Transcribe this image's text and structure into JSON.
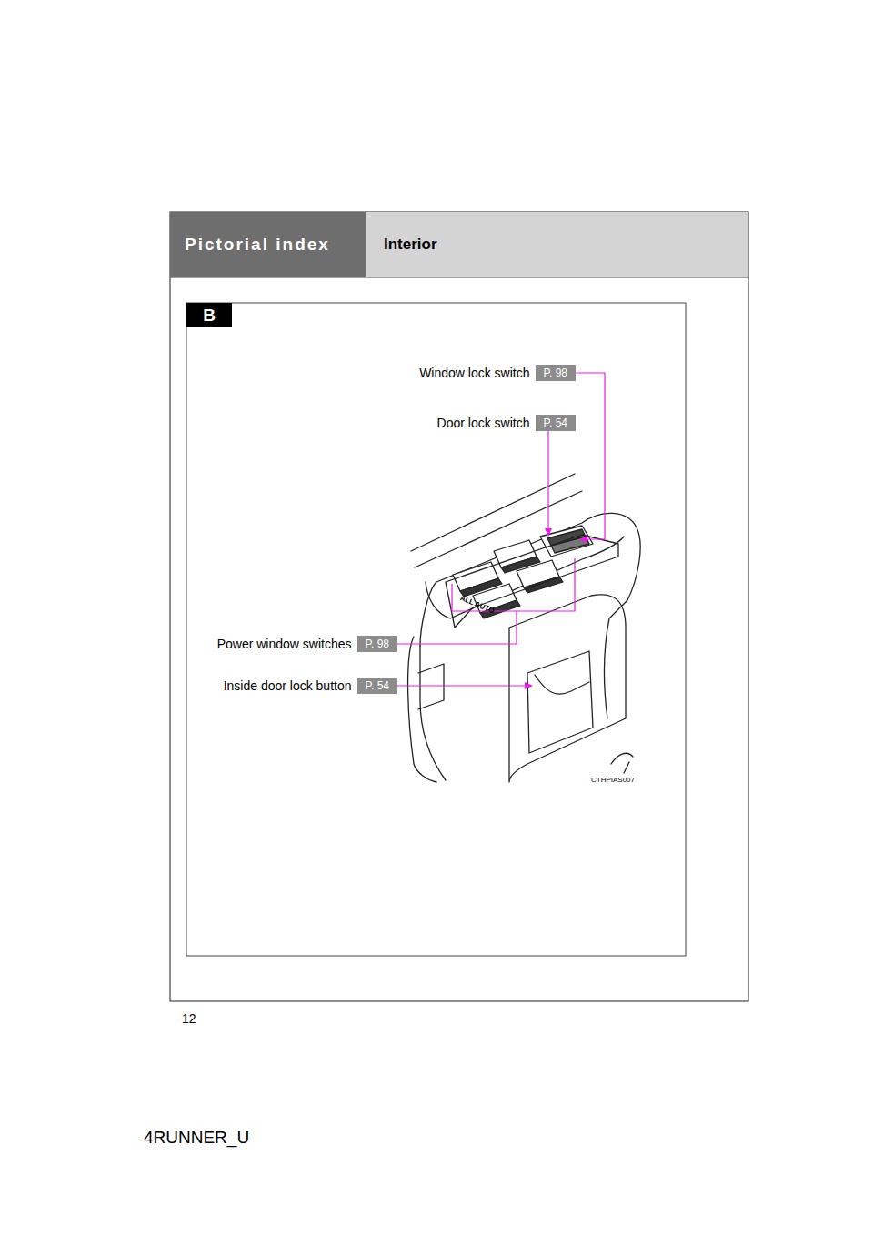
{
  "diagram": {
    "nodes": [
      {
        "text": [
          "Pictorial index"
        ]
      },
      {
        "text": [
          "Interior"
        ]
      },
      {
        "text": [
          "B"
        ]
      },
      {
        "text": [
          "Window lock switch",
          "P. 98"
        ]
      },
      {
        "text": [
          "Door lock switch",
          "P. 54"
        ]
      },
      {
        "text": [
          "Power window switches",
          "P. 98"
        ]
      },
      {
        "text": [
          "Inside door lock button",
          "P. 54"
        ]
      }
    ],
    "labels": [
      "ALL AUTO",
      "CTHPIAS007",
      "12",
      "4RUNNER_U"
    ]
  }
}
